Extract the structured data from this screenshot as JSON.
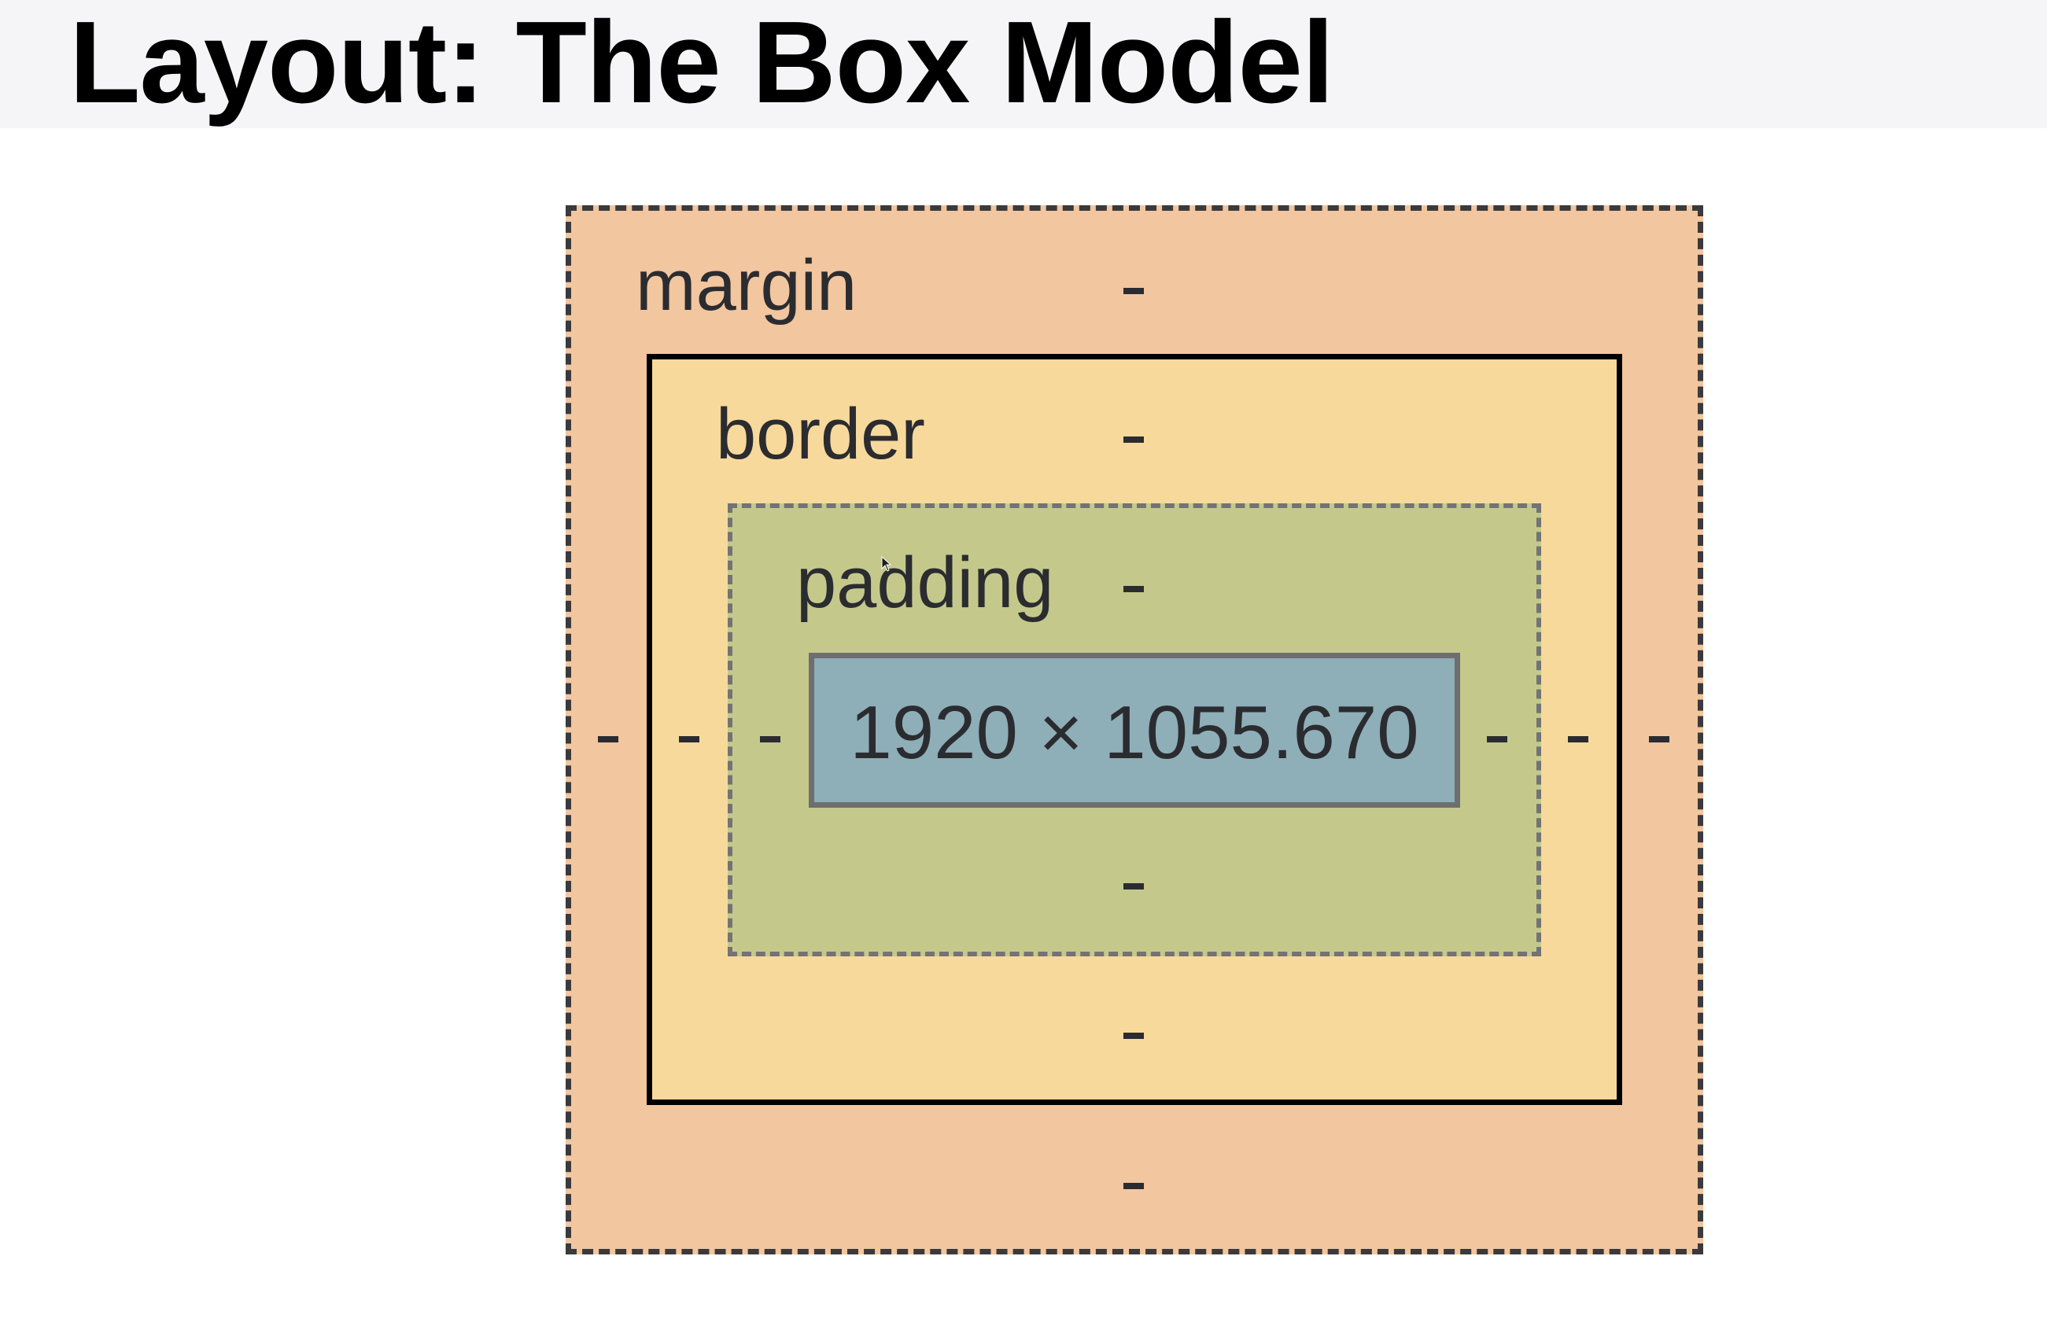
{
  "title": "Layout: The Box Model",
  "box_model": {
    "margin": {
      "label": "margin",
      "top": "-",
      "right": "-",
      "bottom": "-",
      "left": "-",
      "color": "#f2c69f"
    },
    "border": {
      "label": "border",
      "top": "-",
      "right": "-",
      "bottom": "-",
      "left": "-",
      "color": "#f8d99c"
    },
    "padding": {
      "label": "padding",
      "top": "-",
      "right": "-",
      "bottom": "-",
      "left": "-",
      "color": "#c4c98b"
    },
    "content": {
      "size": "1920 × 1055.670",
      "color": "#8eaeb8"
    }
  },
  "icons": {
    "cursor": "mouse-pointer-icon"
  }
}
